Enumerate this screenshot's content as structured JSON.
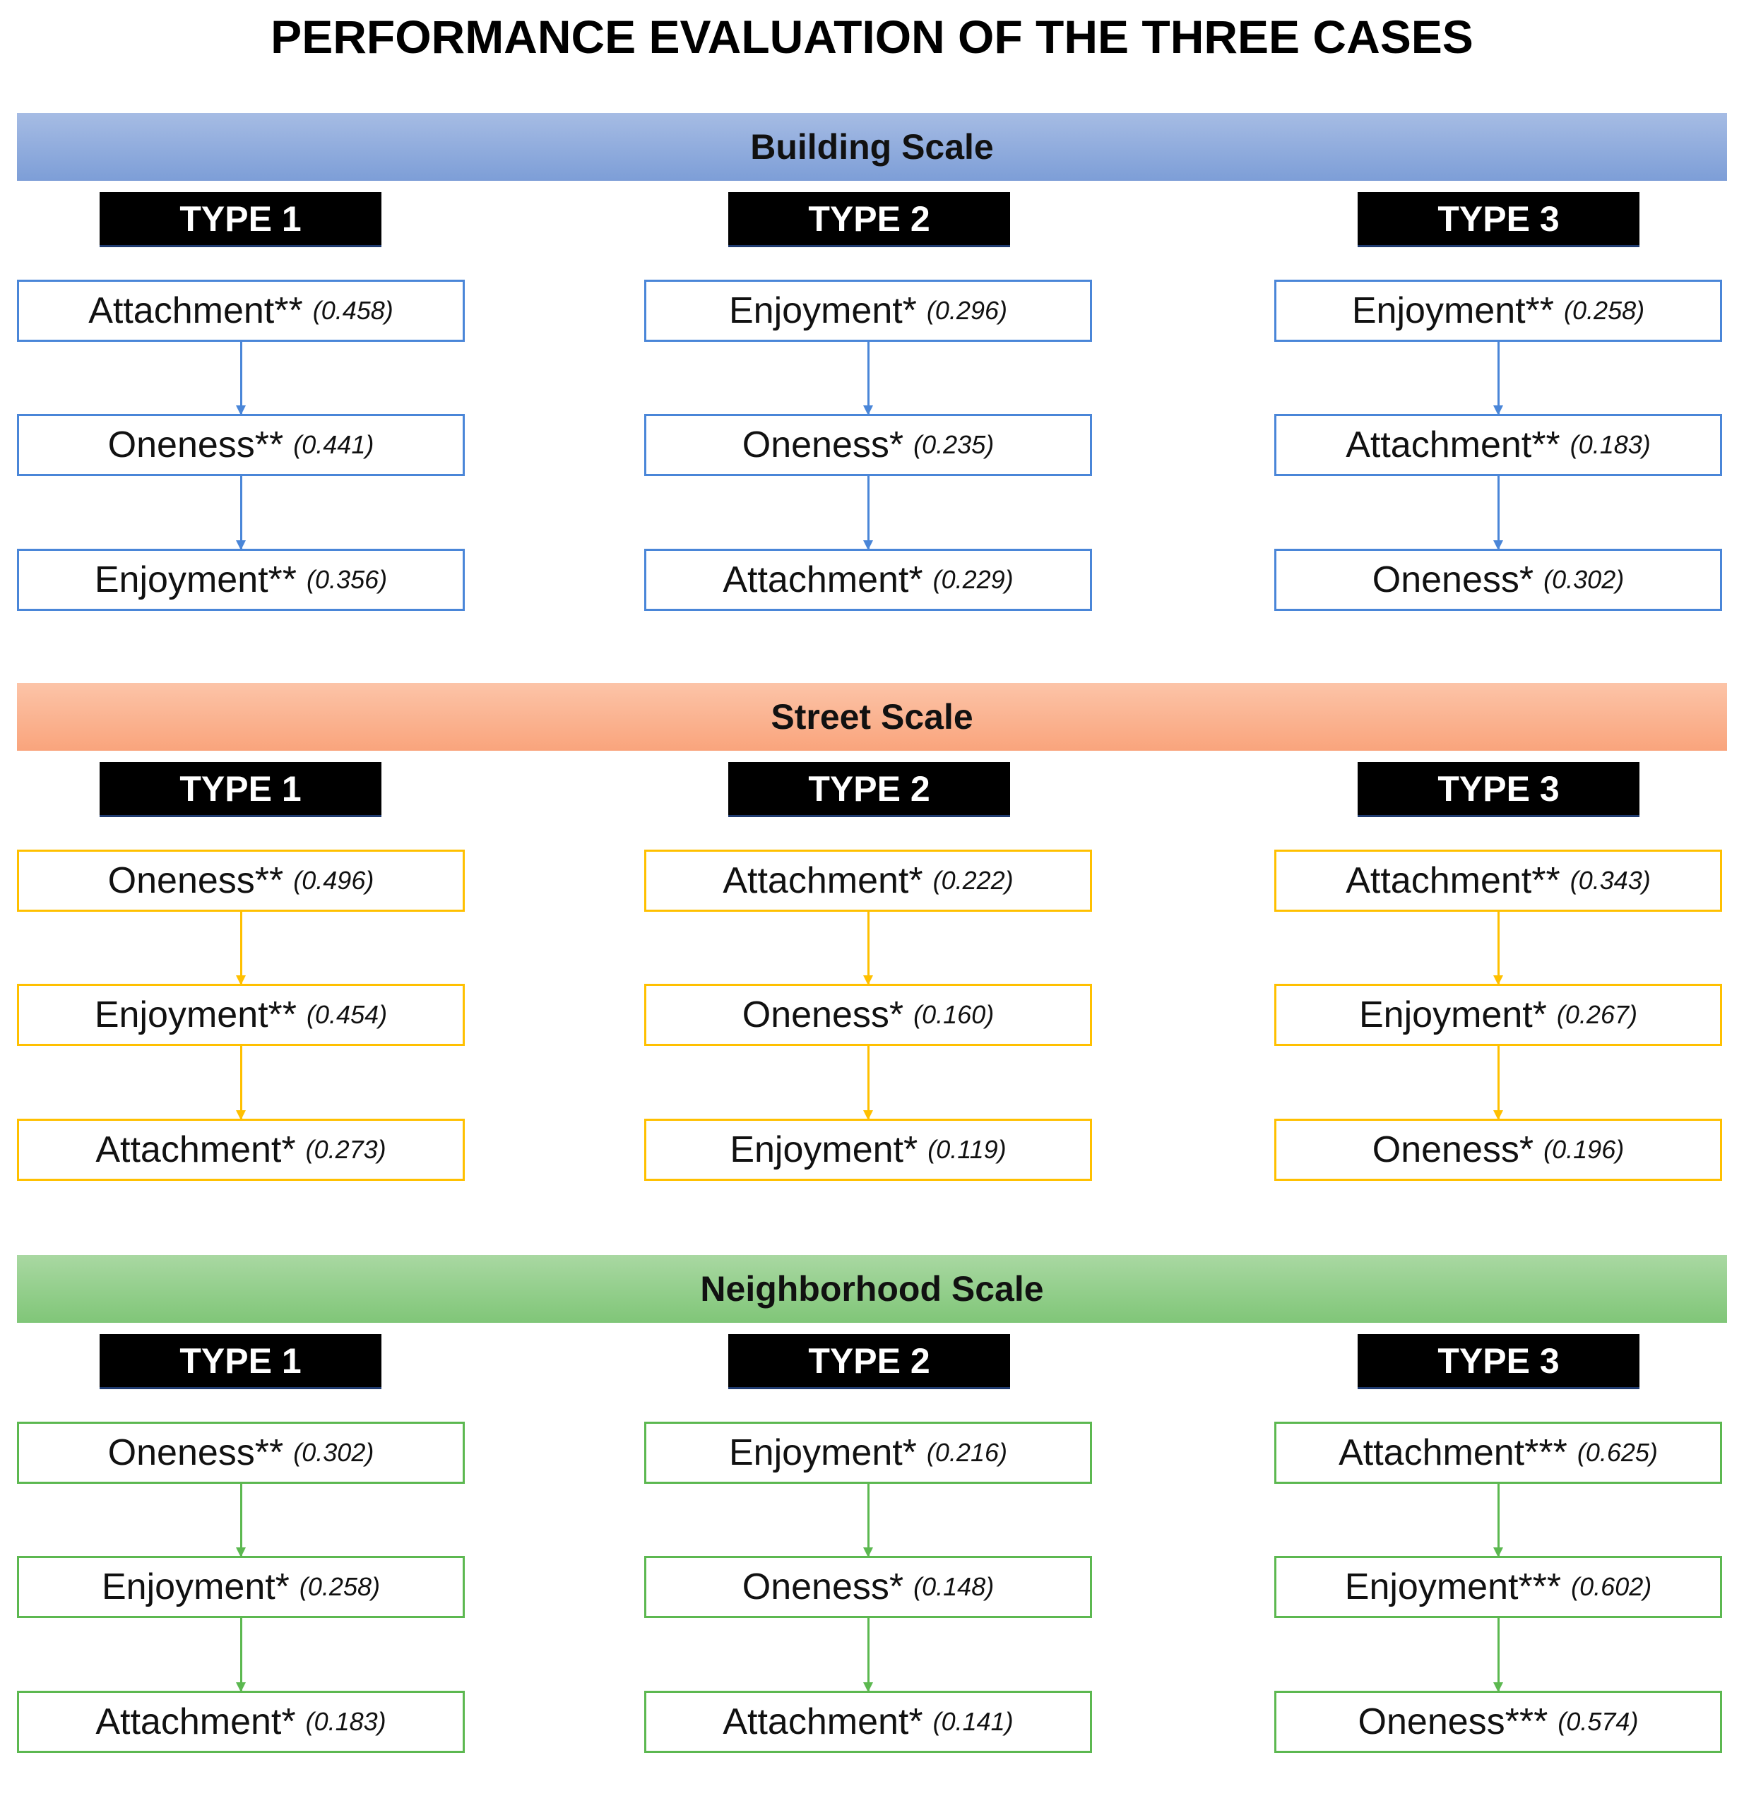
{
  "title": "PERFORMANCE EVALUATION OF THE THREE CASES",
  "sections": [
    {
      "label": "Building Scale",
      "band_colors": [
        "#a6bce4",
        "#7d9ed7"
      ],
      "border_color": "#4a86d8",
      "columns": [
        {
          "type": "TYPE 1",
          "items": [
            {
              "name": "Attachment**",
              "value": "(0.458)"
            },
            {
              "name": "Oneness**",
              "value": "(0.441)"
            },
            {
              "name": "Enjoyment**",
              "value": "(0.356)"
            }
          ]
        },
        {
          "type": "TYPE 2",
          "items": [
            {
              "name": "Enjoyment*",
              "value": "(0.296)"
            },
            {
              "name": "Oneness*",
              "value": "(0.235)"
            },
            {
              "name": "Attachment*",
              "value": "(0.229)"
            }
          ]
        },
        {
          "type": "TYPE 3",
          "items": [
            {
              "name": "Enjoyment**",
              "value": "(0.258)"
            },
            {
              "name": "Attachment**",
              "value": "(0.183)"
            },
            {
              "name": "Oneness*",
              "value": "(0.302)"
            }
          ]
        }
      ]
    },
    {
      "label": "Street Scale",
      "band_colors": [
        "#fcc4a8",
        "#f9a47c"
      ],
      "border_color": "#ffc000",
      "columns": [
        {
          "type": "TYPE 1",
          "items": [
            {
              "name": "Oneness**",
              "value": "(0.496)"
            },
            {
              "name": "Enjoyment**",
              "value": "(0.454)"
            },
            {
              "name": "Attachment*",
              "value": "(0.273)"
            }
          ]
        },
        {
          "type": "TYPE 2",
          "items": [
            {
              "name": "Attachment*",
              "value": "(0.222)"
            },
            {
              "name": "Oneness*",
              "value": "(0.160)"
            },
            {
              "name": "Enjoyment*",
              "value": "(0.119)"
            }
          ]
        },
        {
          "type": "TYPE 3",
          "items": [
            {
              "name": "Attachment**",
              "value": "(0.343)"
            },
            {
              "name": "Enjoyment*",
              "value": "(0.267)"
            },
            {
              "name": "Oneness*",
              "value": "(0.196)"
            }
          ]
        }
      ]
    },
    {
      "label": "Neighborhood Scale",
      "band_colors": [
        "#a9d8a2",
        "#80c678"
      ],
      "border_color": "#5cb850",
      "columns": [
        {
          "type": "TYPE 1",
          "items": [
            {
              "name": "Oneness**",
              "value": "(0.302)"
            },
            {
              "name": "Enjoyment*",
              "value": "(0.258)"
            },
            {
              "name": "Attachment*",
              "value": "(0.183)"
            }
          ]
        },
        {
          "type": "TYPE 2",
          "items": [
            {
              "name": "Enjoyment*",
              "value": "(0.216)"
            },
            {
              "name": "Oneness*",
              "value": "(0.148)"
            },
            {
              "name": "Attachment*",
              "value": "(0.141)"
            }
          ]
        },
        {
          "type": "TYPE 3",
          "items": [
            {
              "name": "Attachment***",
              "value": "(0.625)"
            },
            {
              "name": "Enjoyment***",
              "value": "(0.602)"
            },
            {
              "name": "Oneness***",
              "value": "(0.574)"
            }
          ]
        }
      ]
    }
  ]
}
